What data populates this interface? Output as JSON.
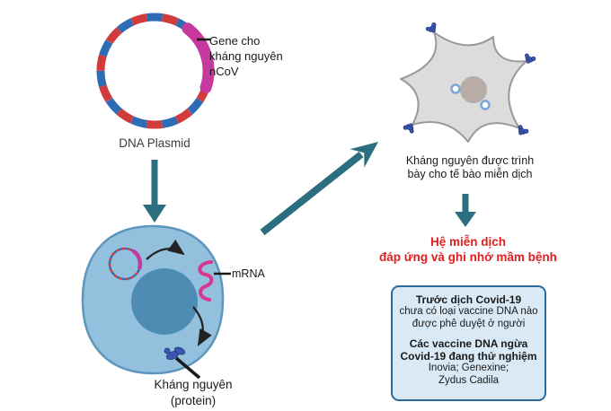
{
  "diagram": {
    "plasmid": {
      "gene_label": "Gene cho\nkháng nguyên\nnCoV",
      "name_label": "DNA Plasmid"
    },
    "cell": {
      "mrna_label": "mRNA",
      "antigen_label": "Kháng nguyên\n(protein)"
    },
    "dendritic": {
      "caption": "Kháng nguyên được trình\nbày cho tế bào miễn dịch"
    },
    "immune_response_text": "Hệ miễn dịch\nđáp ứng và ghi nhớ mầm bệnh",
    "info_box": {
      "line1_bold": "Trước dịch Covid-19",
      "line2": "chưa có loại vaccine DNA nào",
      "line3": "được phê duyệt ở người",
      "line4_bold": "Các vaccine DNA ngừa",
      "line5_bold": "Covid-19 đang thử nghiệm",
      "line6": "Inovia; Genexine;",
      "line7": "Zydus Cadila"
    },
    "colors": {
      "teal_arrow": "#2a6e80",
      "gene_magenta": "#c6399f",
      "dna_red": "#d13b3b",
      "dna_blue": "#2e6cb5",
      "cell_fill": "#92c0dd",
      "nucleus_fill": "#4e8cb4",
      "mrna_pink": "#d93690",
      "antigen_blue": "#3a57b0",
      "dendritic_fill": "#dcdcdc",
      "red_text": "#e31e1e",
      "box_bg": "#d9eaf6",
      "box_border": "#2b6a9b"
    }
  }
}
